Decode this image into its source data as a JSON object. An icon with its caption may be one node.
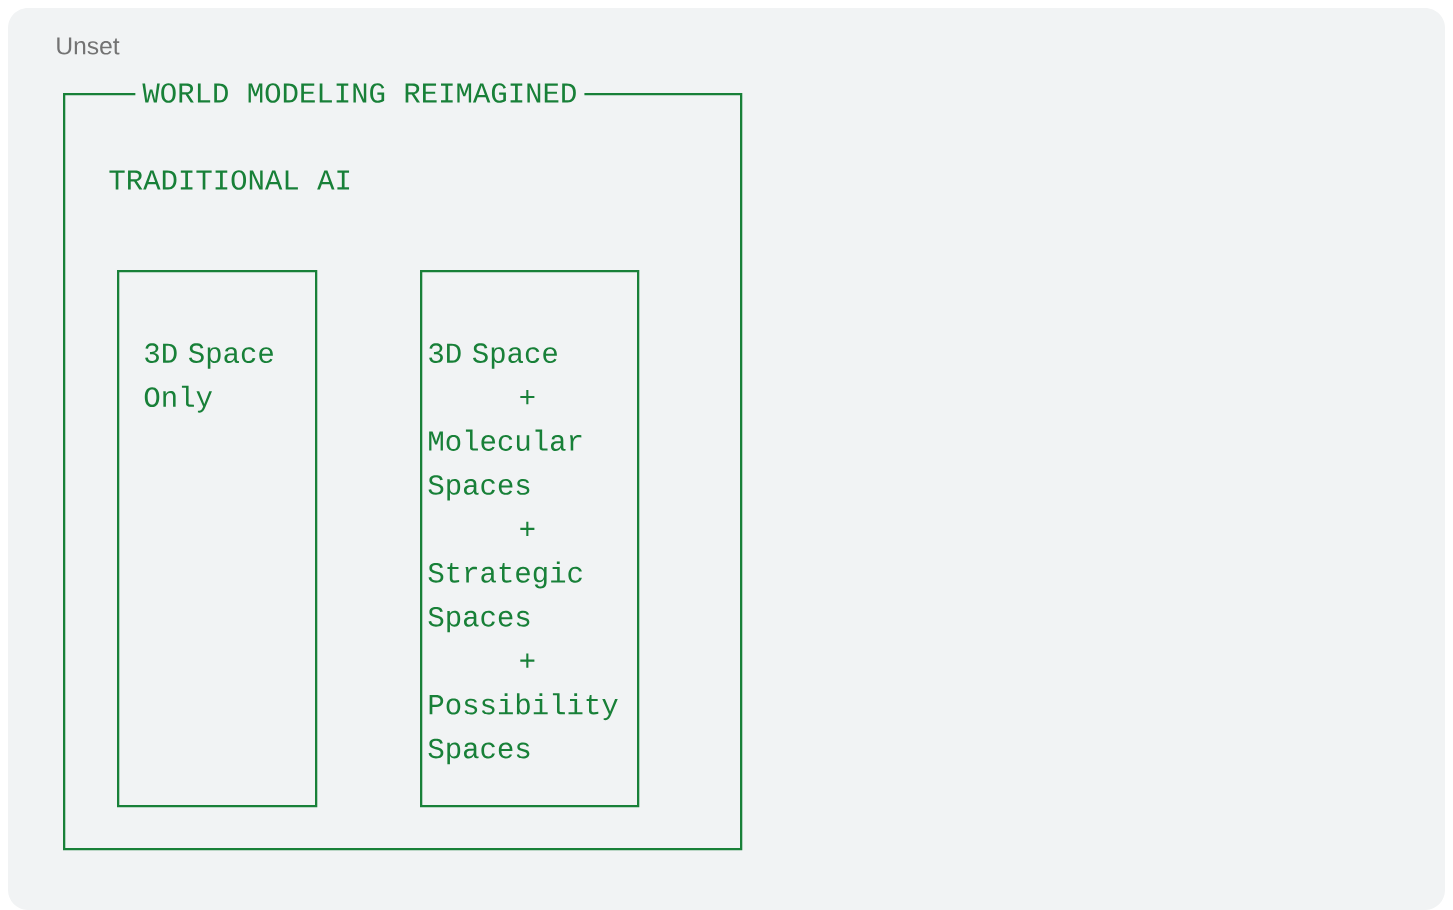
{
  "diagram": {
    "nodes": [
      {
        "text": [
          "WORLD MODELING REIMAGINED"
        ]
      },
      {
        "text": [
          "TRADITIONAL AI",
          "3D Space Only"
        ],
        "in": 0
      },
      {
        "text": [
          "3D Space",
          "+",
          "Molecular Spaces",
          "+",
          "Strategic Spaces",
          "+",
          "Possibility Spaces"
        ],
        "in": 0
      }
    ],
    "labels": [
      "Unset"
    ]
  }
}
